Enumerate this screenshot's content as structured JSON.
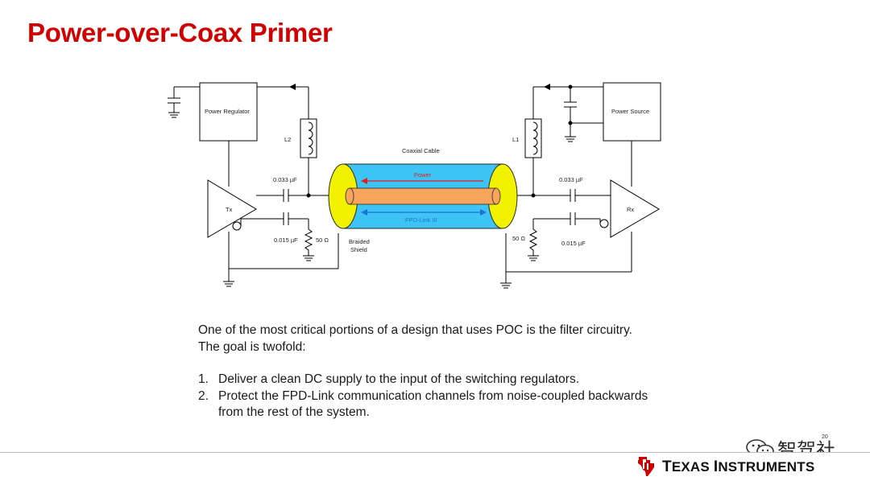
{
  "slide": {
    "title": "Power-over-Coax Primer",
    "page_number": "20"
  },
  "diagram": {
    "power_regulator": "Power Regulator",
    "power_source": "Power Source",
    "inductor_left": "L2",
    "inductor_right": "L1",
    "tx": "Tx",
    "rx": "Rx",
    "cap_left_top": "0.033 µF",
    "cap_left_bottom": "0.015 µF",
    "res_left": "50 Ω",
    "cap_right_top": "0.033 µF",
    "cap_right_bottom": "0.015 µF",
    "res_right": "50 Ω",
    "cable_label": "Coaxial Cable",
    "power_arrow": "Power",
    "data_arrow": "FPD-Link III",
    "shield_label_1": "Braided",
    "shield_label_2": "Shield"
  },
  "body": {
    "intro": "One of the most critical portions of a design that uses POC is the filter circuitry. The goal is twofold:",
    "items": [
      {
        "num": "1.",
        "text": "Deliver a clean DC supply to the input of the switching regulators."
      },
      {
        "num": "2.",
        "text": "Protect the FPD-Link communication channels from noise-coupled backwards from the rest of the system."
      }
    ]
  },
  "footer": {
    "brand_main_1": "T",
    "brand_rest_1": "EXAS ",
    "brand_main_2": "I",
    "brand_rest_2": "NSTRUMENTS"
  },
  "watermark": {
    "text": "智驾社"
  },
  "colors": {
    "title": "#d10000",
    "cable_body": "#3ec3f5",
    "cable_end": "#f2f200",
    "conductor": "#f7a45c",
    "power_arrow": "#e02020",
    "data_arrow": "#1f6fd6"
  }
}
